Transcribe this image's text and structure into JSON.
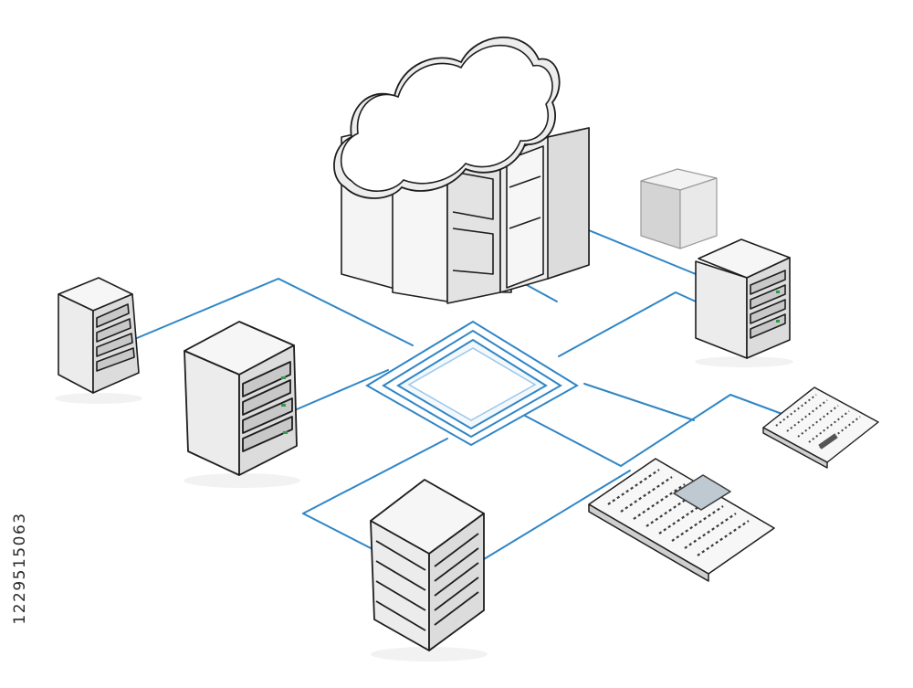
{
  "image_id_text": "1229515063",
  "colors": {
    "link": "#2f86c6",
    "link_light": "#9cc7e8",
    "outline": "#1e1e1e",
    "face_light": "#f4f4f4",
    "face_mid": "#e6e6e6",
    "face_dark": "#d2d2d2",
    "led": "#2e9b4c"
  },
  "scene": {
    "cloud": "cloud-icon",
    "core_switch": "network-switch-icon",
    "devices": [
      "datacenter-cabinet",
      "storage-cube",
      "rack-server",
      "keyboard-panel",
      "control-console"
    ]
  }
}
